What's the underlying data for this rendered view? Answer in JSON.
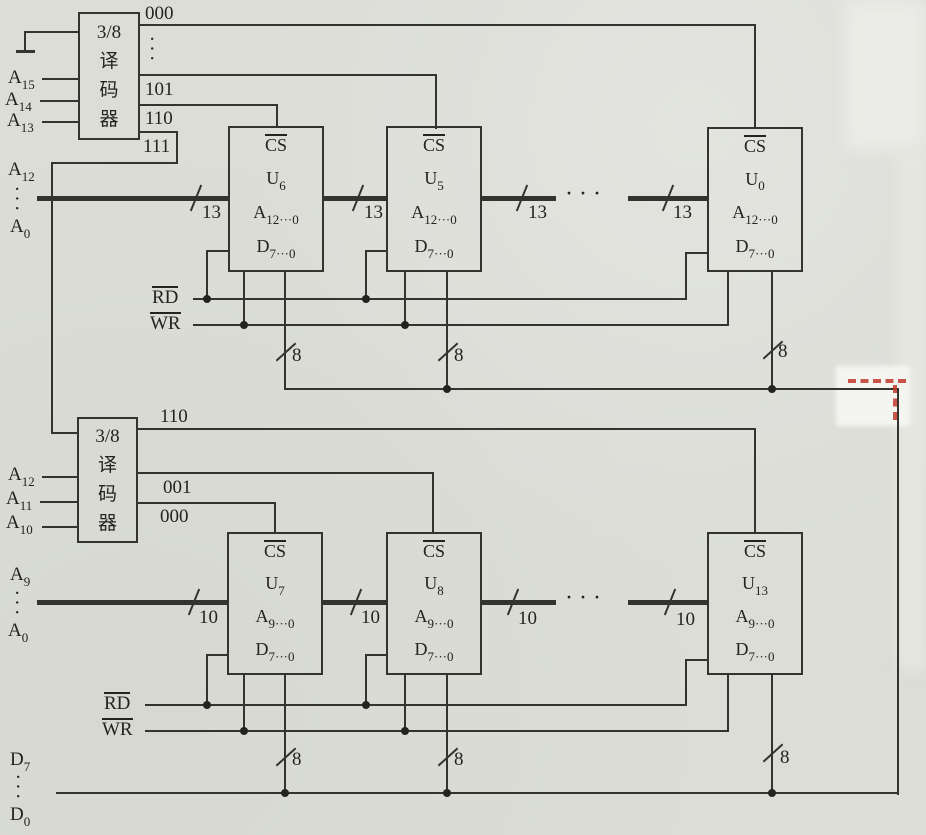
{
  "page": {
    "paper_color": "#dcddd7",
    "ink_color": "#34332f",
    "artifact_red_color": "#c23a2c"
  },
  "decoder_top": {
    "ratio": "3/8",
    "name_chars": [
      "译",
      "码",
      "器"
    ],
    "inputs": [
      {
        "base": "A",
        "sub": "15"
      },
      {
        "base": "A",
        "sub": "14"
      },
      {
        "base": "A",
        "sub": "13"
      }
    ],
    "outputs": {
      "o000": "000",
      "o101": "101",
      "o110": "110",
      "o111": "111"
    },
    "vdots": "···"
  },
  "decoder_bottom": {
    "ratio": "3/8",
    "name_chars": [
      "译",
      "码",
      "器"
    ],
    "inputs": [
      {
        "base": "A",
        "sub": "12"
      },
      {
        "base": "A",
        "sub": "11"
      },
      {
        "base": "A",
        "sub": "10"
      }
    ],
    "outputs": {
      "o110": "110",
      "o001": "001",
      "o000": "000"
    }
  },
  "bus_labels": {
    "addr_top": {
      "from": {
        "base": "A",
        "sub": "12"
      },
      "to": {
        "base": "A",
        "sub": "0"
      },
      "vdots": "···",
      "width": "13"
    },
    "addr_bottom": {
      "from": {
        "base": "A",
        "sub": "9"
      },
      "to": {
        "base": "A",
        "sub": "0"
      },
      "vdots": "···",
      "width": "10"
    },
    "data": {
      "from": {
        "base": "D",
        "sub": "7"
      },
      "to": {
        "base": "D",
        "sub": "0"
      },
      "vdots": "···",
      "width": "8"
    },
    "ellipsis": "···"
  },
  "signals": {
    "rd": "RD",
    "wr": "WR"
  },
  "chips": [
    {
      "cs": "CS",
      "name": {
        "base": "U",
        "sub": "6"
      },
      "addr": {
        "base": "A",
        "sub": "12···0"
      },
      "data": {
        "base": "D",
        "sub": "7···0"
      }
    },
    {
      "cs": "CS",
      "name": {
        "base": "U",
        "sub": "5"
      },
      "addr": {
        "base": "A",
        "sub": "12···0"
      },
      "data": {
        "base": "D",
        "sub": "7···0"
      }
    },
    {
      "cs": "CS",
      "name": {
        "base": "U",
        "sub": "0"
      },
      "addr": {
        "base": "A",
        "sub": "12···0"
      },
      "data": {
        "base": "D",
        "sub": "7···0"
      }
    },
    {
      "cs": "CS",
      "name": {
        "base": "U",
        "sub": "7"
      },
      "addr": {
        "base": "A",
        "sub": "9···0"
      },
      "data": {
        "base": "D",
        "sub": "7···0"
      }
    },
    {
      "cs": "CS",
      "name": {
        "base": "U",
        "sub": "8"
      },
      "addr": {
        "base": "A",
        "sub": "9···0"
      },
      "data": {
        "base": "D",
        "sub": "7···0"
      }
    },
    {
      "cs": "CS",
      "name": {
        "base": "U",
        "sub": "13"
      },
      "addr": {
        "base": "A",
        "sub": "9···0"
      },
      "data": {
        "base": "D",
        "sub": "7···0"
      }
    }
  ]
}
